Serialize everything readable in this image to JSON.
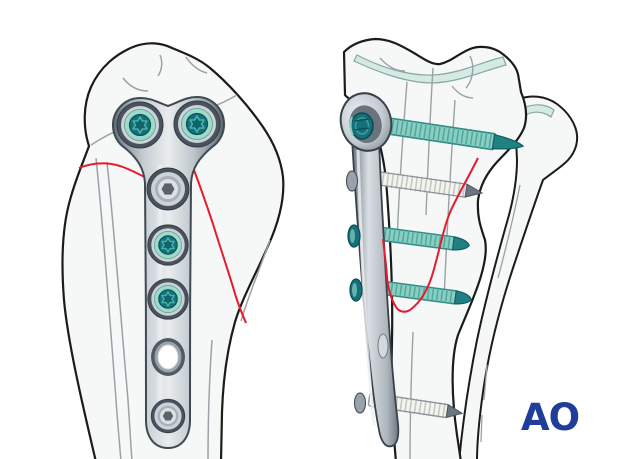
{
  "page": {
    "background": "#ffffff"
  },
  "figure": {
    "kind": "surgical-technique-illustration",
    "fracture_line_color": "#e8192c",
    "panels": [
      {
        "id": "frontal-view",
        "plate": "T-shaped locking plate",
        "screw_slots": [
          "locking-screw-teal",
          "locking-screw-teal",
          "cortical-screw-hex",
          "locking-screw-teal",
          "locking-screw-teal",
          "empty-plate-hole",
          "cortical-screw-hex"
        ]
      },
      {
        "id": "lateral-view",
        "plate": "lateral plate with proximal eyelet",
        "screws": [
          "long-locking-screw-teal",
          "cortical-screw-white",
          "locking-screw-teal",
          "locking-screw-teal",
          "cortical-screw-white"
        ]
      }
    ],
    "palette": {
      "bone_fill": "#f6f7f7",
      "outline": "#1b1b1b",
      "plate_gray": "#c7ced4",
      "screw_teal_dark": "#14707a",
      "screw_teal_mint": "#9edac9",
      "fracture_red": "#e8192c",
      "cartilage_mint": "#d6eae4"
    }
  },
  "logo": {
    "text": "AO",
    "color": "#1f3d99"
  }
}
